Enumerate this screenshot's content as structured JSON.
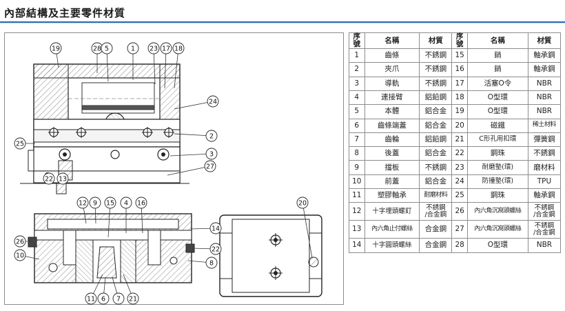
{
  "title": "內部結構及主要零件材質",
  "table": {
    "headers": [
      "序號",
      "名稱",
      "材質",
      "序號",
      "名稱",
      "材質"
    ],
    "rows": [
      [
        {
          "no": "1",
          "name": "齒條",
          "mat": "不銹鋼"
        },
        {
          "no": "15",
          "name": "銷",
          "mat": "軸承鋼"
        }
      ],
      [
        {
          "no": "2",
          "name": "夾爪",
          "mat": "不銹鋼"
        },
        {
          "no": "16",
          "name": "銷",
          "mat": "軸承鋼"
        }
      ],
      [
        {
          "no": "3",
          "name": "導軌",
          "mat": "不銹鋼"
        },
        {
          "no": "17",
          "name": "活塞O令",
          "mat": "NBR"
        }
      ],
      [
        {
          "no": "4",
          "name": "連接臂",
          "mat": "鋁鉛鋼"
        },
        {
          "no": "18",
          "name": "O型環",
          "mat": "NBR"
        }
      ],
      [
        {
          "no": "5",
          "name": "本體",
          "mat": "鋁合金"
        },
        {
          "no": "19",
          "name": "O型環",
          "mat": "NBR"
        }
      ],
      [
        {
          "no": "6",
          "name": "齒條端蓋",
          "mat": "鋁合金"
        },
        {
          "no": "20",
          "name": "磁鐵",
          "mat": "稀土材料"
        }
      ],
      [
        {
          "no": "7",
          "name": "齒輪",
          "mat": "鋁鉛鋼"
        },
        {
          "no": "21",
          "name": "C形孔用扣環",
          "mat": "彈簧鋼"
        }
      ],
      [
        {
          "no": "8",
          "name": "後蓋",
          "mat": "鋁合金"
        },
        {
          "no": "22",
          "name": "鋼珠",
          "mat": "不銹鋼"
        }
      ],
      [
        {
          "no": "9",
          "name": "擋板",
          "mat": "不銹鋼"
        },
        {
          "no": "23",
          "name": "耐磨墊(環)",
          "mat": "磨材料"
        }
      ],
      [
        {
          "no": "10",
          "name": "前蓋",
          "mat": "鋁合金"
        },
        {
          "no": "24",
          "name": "防撞墊(環)",
          "mat": "TPU"
        }
      ],
      [
        {
          "no": "11",
          "name": "塑膠軸承",
          "mat": "耐磨材料"
        },
        {
          "no": "25",
          "name": "鋼珠",
          "mat": "軸承鋼"
        }
      ],
      [
        {
          "no": "12",
          "name": "十字埋頭螺釘",
          "mat": "不銹鋼/合金鋼"
        },
        {
          "no": "26",
          "name": "內六角沉窩頭螺絲",
          "mat": "不銹鋼/合金鋼"
        }
      ],
      [
        {
          "no": "13",
          "name": "內六角止付螺絲",
          "mat": "合金鋼"
        },
        {
          "no": "27",
          "name": "內六角沉窩頭螺絲",
          "mat": "不銹鋼/合金鋼"
        }
      ],
      [
        {
          "no": "14",
          "name": "十字圓頭螺絲",
          "mat": "合金鋼"
        },
        {
          "no": "28",
          "name": "O型環",
          "mat": "NBR"
        }
      ]
    ]
  },
  "callouts": {
    "top_view": [
      "19",
      "28",
      "5",
      "1",
      "23",
      "17",
      "18",
      "24",
      "2",
      "3",
      "27",
      "25",
      "22",
      "13"
    ],
    "section_view": [
      "12",
      "9",
      "15",
      "4",
      "16",
      "14",
      "26",
      "10",
      "22",
      "8",
      "11",
      "6",
      "7",
      "21"
    ],
    "end_view": [
      "20"
    ]
  }
}
